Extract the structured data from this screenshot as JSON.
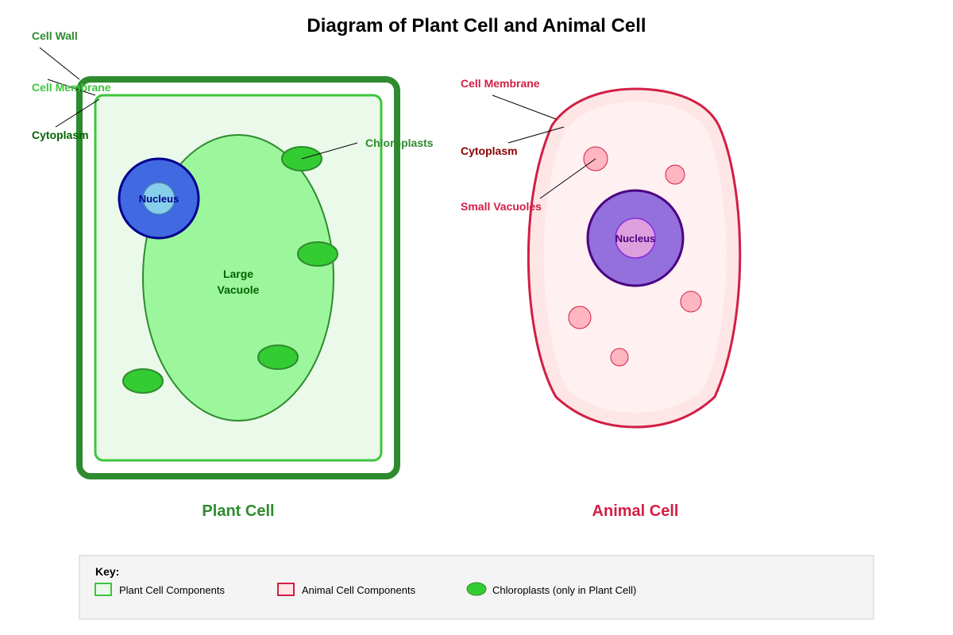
{
  "title": "Diagram of Plant Cell and Animal Cell",
  "plant": {
    "name": "Plant Cell",
    "labels": {
      "cell_wall": "Cell Wall",
      "cell_membrane": "Cell Membrane",
      "cytoplasm": "Cytoplasm",
      "chloroplasts": "Chloroplasts",
      "nucleus": "Nucleus",
      "vacuole_line1": "Large",
      "vacuole_line2": "Vacuole"
    }
  },
  "animal": {
    "name": "Animal Cell",
    "labels": {
      "cell_membrane": "Cell Membrane",
      "cytoplasm": "Cytoplasm",
      "small_vacuoles": "Small Vacuoles",
      "nucleus": "Nucleus"
    }
  },
  "key": {
    "title": "Key:",
    "items": [
      {
        "label": "Plant Cell Components"
      },
      {
        "label": "Animal Cell Components"
      },
      {
        "label": "Chloroplasts (only in Plant Cell)"
      }
    ]
  },
  "colors": {
    "plant_wall": "#2e8b2e",
    "plant_membrane": "#3cc63c",
    "plant_cytoplasm": "#eaf9ea",
    "vacuole_fill": "#9cf79c",
    "chloroplast": "#33cc33",
    "plant_nucleus": "#4169e1",
    "plant_nucleolus": "#87ceeb",
    "animal_membrane": "#d21f45",
    "animal_cytoplasm": "#ffe6e6",
    "animal_vacuole": "#ffb6c1",
    "animal_nucleus": "#9370db",
    "animal_nucleolus": "#dda0dd"
  }
}
